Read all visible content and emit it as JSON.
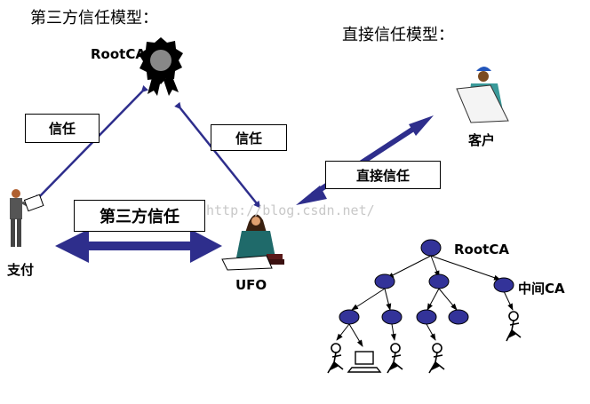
{
  "titles": {
    "third_party": "第三方信任模型：",
    "direct": "直接信任模型："
  },
  "labels": {
    "rootca_top": "RootCA",
    "payment": "支付",
    "ufo": "UFO",
    "customer": "客户",
    "tree_root": "RootCA",
    "tree_intermediate": "中间CA"
  },
  "boxes": {
    "trust_left": "信任",
    "trust_right": "信任",
    "third_party_trust": "第三方信任",
    "direct_trust": "直接信任"
  },
  "watermark": "http://blog.csdn.net/",
  "colors": {
    "arrow": "#2e2e8c",
    "node_fill": "#333399"
  }
}
